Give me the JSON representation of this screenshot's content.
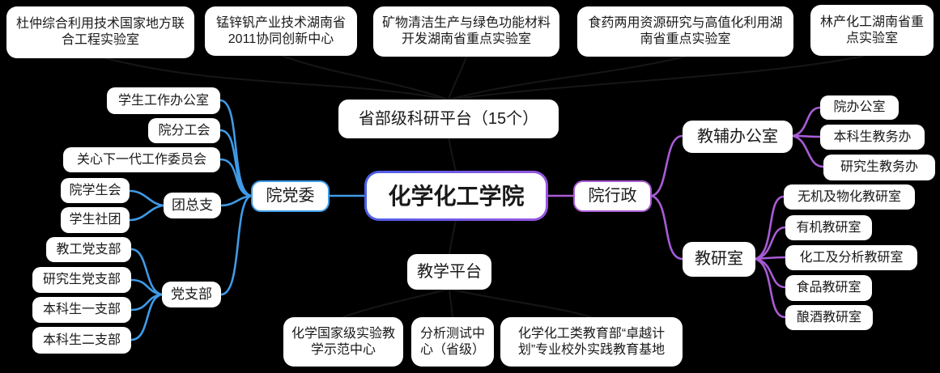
{
  "colors": {
    "background": "#000000",
    "left_branch": "#3f9be8",
    "right_branch": "#a85cd6",
    "center_border_left": "#4a5fe8",
    "center_border_right": "#9b55e0",
    "hidden_branch": "#161616",
    "node_bg": "#ffffff",
    "node_text": "#1a1a1a"
  },
  "center": {
    "label": "化学化工学院"
  },
  "research_platforms": {
    "label": "省部级科研平台（15个）",
    "items": [
      {
        "label": "杜仲综合利用技术国家地方联合工程实验室"
      },
      {
        "label": "锰锌钒产业技术湖南省2011协同创新中心"
      },
      {
        "label": "矿物清洁生产与绿色功能材料开发湖南省重点实验室"
      },
      {
        "label": "食药两用资源研究与高值化利用湖南省重点实验室"
      },
      {
        "label": "林产化工湖南省重点实验室"
      }
    ]
  },
  "teaching_platforms": {
    "label": "教学平台",
    "items": [
      {
        "label": "化学国家级实验教学示范中心"
      },
      {
        "label": "分析测试中心（省级）"
      },
      {
        "label": "化学化工类教育部“卓越计划”专业校外实践教育基地"
      }
    ]
  },
  "party_committee": {
    "label": "院党委",
    "direct": [
      {
        "label": "学生工作办公室"
      },
      {
        "label": "院分工会"
      },
      {
        "label": "关心下一代工作委员会"
      }
    ],
    "youth_league": {
      "label": "团总支",
      "items": [
        {
          "label": "院学生会"
        },
        {
          "label": "学生社团"
        }
      ]
    },
    "party_branches": {
      "label": "党支部",
      "items": [
        {
          "label": "教工党支部"
        },
        {
          "label": "研究生党支部"
        },
        {
          "label": "本科生一支部"
        },
        {
          "label": "本科生二支部"
        }
      ]
    }
  },
  "administration": {
    "label": "院行政",
    "support_offices": {
      "label": "教辅办公室",
      "items": [
        {
          "label": "院办公室"
        },
        {
          "label": "本科生教务办"
        },
        {
          "label": "研究生教务办"
        }
      ]
    },
    "teaching_sections": {
      "label": "教研室",
      "items": [
        {
          "label": "无机及物化教研室"
        },
        {
          "label": "有机教研室"
        },
        {
          "label": "化工及分析教研室"
        },
        {
          "label": "食品教研室"
        },
        {
          "label": "酿酒教研室"
        }
      ]
    }
  }
}
